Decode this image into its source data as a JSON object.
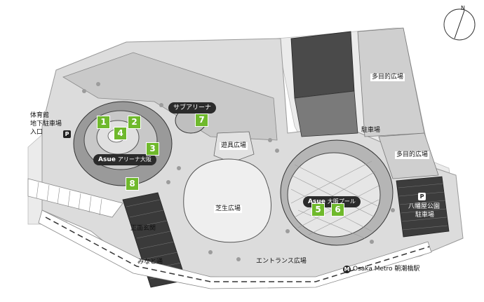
{
  "labels": {
    "gym_parking": [
      "体育館",
      "地下駐車場",
      "入口"
    ],
    "sub_arena": "サブアリーナ",
    "playground": "遊具広場",
    "lawn": "芝生広場",
    "front_entrance": "正面玄関",
    "minato_street": "みなと通",
    "entrance_plaza": "エントランス広場",
    "station": "Osaka Metro 朝潮橋駅",
    "multi_plaza_1": "多目的広場",
    "multi_plaza_2": "多目的広場",
    "parking_small": "駐車場",
    "yahata_parking": [
      "八幡屋公園",
      "駐車場"
    ]
  },
  "venues": {
    "arena": {
      "brand": "Asue",
      "name": "アリーナ大阪"
    },
    "pool": {
      "brand": "Asue",
      "name": "大阪プール"
    }
  },
  "markers": [
    "1",
    "2",
    "3",
    "4",
    "5",
    "6",
    "7",
    "8"
  ],
  "badges": {
    "parking": "P",
    "metro": "M"
  },
  "compass": {
    "north": "N"
  },
  "colors": {
    "marker_green": "#6fb92c",
    "venue_label": "#2b2b2b",
    "park_ground": "#d4d4d4",
    "lawn": "#eeeeee",
    "buildings": "#555555"
  }
}
